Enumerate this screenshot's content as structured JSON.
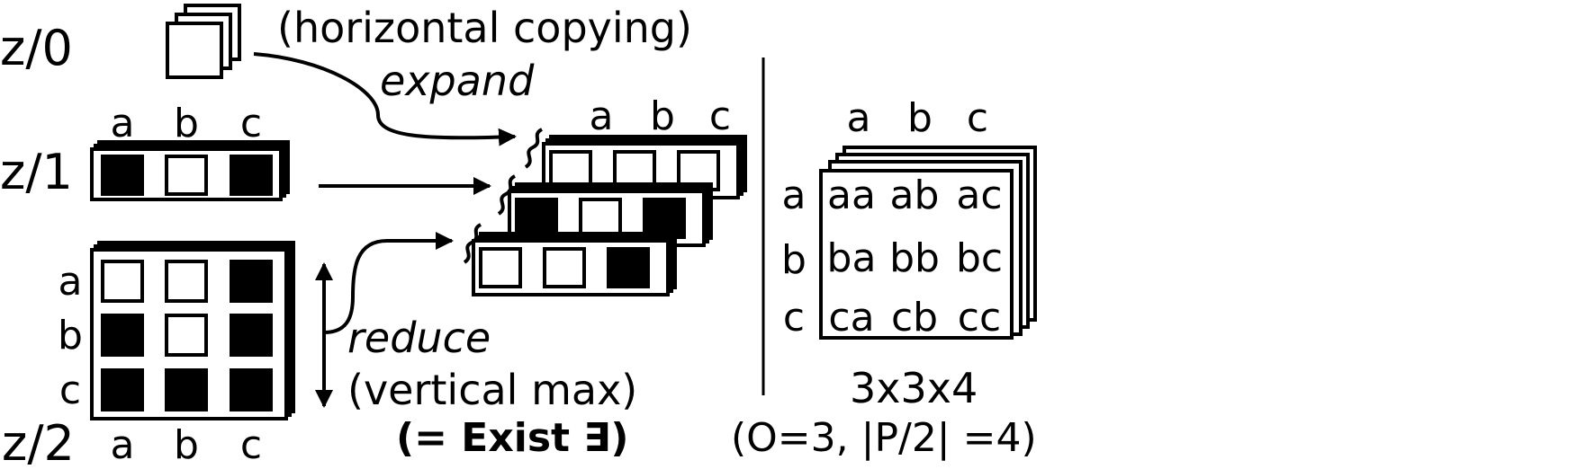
{
  "levels": {
    "z0": "z/0",
    "z1": "z/1",
    "z2": "z/2"
  },
  "captions": {
    "horizontal_copying": "(horizontal copying)",
    "expand": "expand",
    "reduce": "reduce",
    "vertical_max": "(vertical max)",
    "exist": "(= Exist ∃)",
    "size": "3x3x4",
    "params": "(O=3, |P/2| =4)"
  },
  "objects": [
    "a",
    "b",
    "c"
  ],
  "z1_cells": [
    1,
    0,
    1
  ],
  "z2_grid": [
    [
      0,
      0,
      1
    ],
    [
      1,
      0,
      1
    ],
    [
      1,
      1,
      1
    ]
  ],
  "expanded_rows": [
    [
      0,
      0,
      0
    ],
    [
      1,
      0,
      1
    ],
    [
      0,
      0,
      1
    ]
  ],
  "pair_labels": [
    [
      "aa",
      "ab",
      "ac"
    ],
    [
      "ba",
      "bb",
      "bc"
    ],
    [
      "ca",
      "cb",
      "cc"
    ]
  ],
  "colors": {
    "filled": "#000000",
    "empty": "#ffffff"
  }
}
